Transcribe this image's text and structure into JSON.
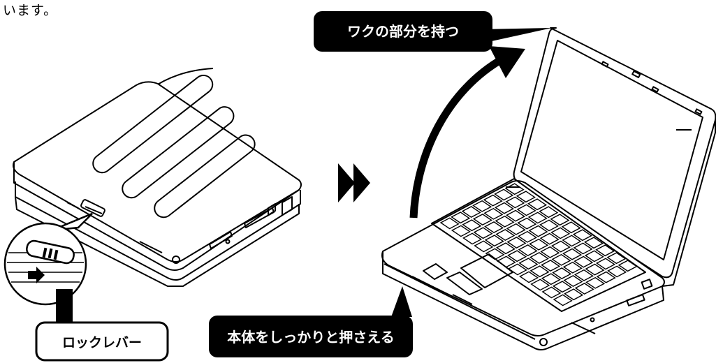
{
  "top_text": "います。",
  "callouts": {
    "frame_grip": "ワクの部分を持つ",
    "hold_body": "本体をしっかりと押さえる",
    "lock_lever": "ロックレバー"
  },
  "colors": {
    "line": "#000000",
    "callout_fill": "#000000",
    "callout_text": "#ffffff",
    "light_callout_fill": "#ffffff",
    "light_callout_text": "#000000"
  },
  "icons": {
    "step_arrow": "double-triangle-right-icon",
    "lever_direction": "arrow-right-icon"
  }
}
